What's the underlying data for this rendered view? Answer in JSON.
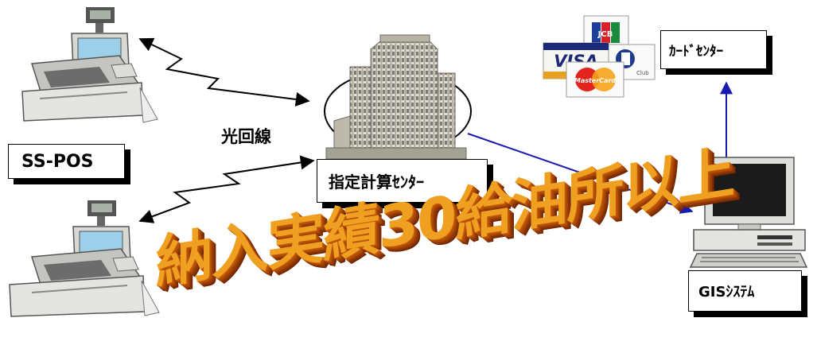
{
  "labels": {
    "pos": "SS-POS",
    "center": "指定計算ｾﾝﾀｰ",
    "card_center": "ｶｰﾄﾞｾﾝﾀｰ",
    "gis": "GISｼｽﾃﾑ",
    "line": "光回線"
  },
  "banner": "納入実績30給油所以上",
  "card_logos": [
    "JCB",
    "VISA",
    "MasterCard",
    "Club"
  ],
  "colors": {
    "link_line": "#1a1ab0",
    "arrow": "#000000",
    "banner_face": "#f4a21c",
    "banner_side": "#8a3a08"
  },
  "icons": [
    "pos-register-icon",
    "building-icon",
    "computer-icon",
    "credit-card-icon"
  ]
}
